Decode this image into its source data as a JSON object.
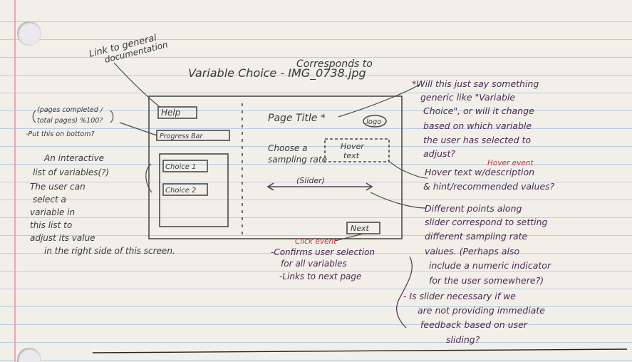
{
  "notes": {
    "doc_link": [
      "Link to general",
      "documentation"
    ],
    "corresponds": [
      "Corresponds to"
    ],
    "variable_choice": [
      "Variable Choice - IMG_0738.jpg"
    ],
    "pages_note": [
      "(pages completed /",
      "total pages) %100?",
      "-Put this on bottom?"
    ],
    "list_note": [
      "An interactive",
      "list of variables(?)",
      "The user can",
      "select a",
      "variable in",
      "this list to",
      "adjust its value",
      "in the right side of this screen."
    ],
    "page_title_note": [
      "*Will this just say something",
      "generic like \"Variable",
      "Choice\", or will it change",
      "based on which variable",
      "the user has selected to",
      "adjust?"
    ],
    "hover_event": [
      "Hover event"
    ],
    "hover_note": [
      "Hover text w/description",
      "& hint/recommended values?"
    ],
    "slider_note": [
      "Different points along",
      "slider correspond to setting",
      "different sampling rate",
      "values. (Perhaps also",
      "include a numeric indicator",
      "for the user somewhere?)"
    ],
    "click_event": [
      "Click event"
    ],
    "next_note": [
      "-Confirms user selection",
      "for all variables",
      "-Links to next page"
    ],
    "necessary_note": [
      "- Is slider necessary if we",
      "are not providing immediate",
      "feedback based on user",
      "sliding?"
    ]
  },
  "mockup": {
    "help": "Help",
    "progress": "Progress Bar",
    "choice1": "Choice 1",
    "choice2": "Choice 2",
    "page_title": "Page Title *",
    "logo": "logo",
    "choose": [
      "Choose a",
      "sampling rate"
    ],
    "hover": [
      "Hover",
      "text"
    ],
    "slider": "(Slider)",
    "next": "Next"
  }
}
